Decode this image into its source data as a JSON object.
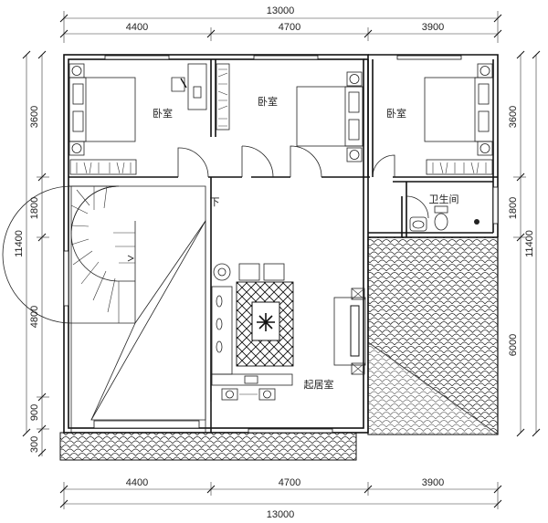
{
  "dimensions": {
    "total_width": "13000",
    "total_depth": "11400",
    "top": [
      "4400",
      "4700",
      "3900"
    ],
    "bottom": [
      "4400",
      "4700",
      "3900"
    ],
    "left": [
      "3600",
      "1800",
      "4800",
      "900",
      "300"
    ],
    "right": [
      "3600",
      "1800",
      "6000"
    ]
  },
  "rooms": {
    "bedroom_left": "卧室",
    "bedroom_center": "卧室",
    "bedroom_right": "卧室",
    "bathroom": "卫生间",
    "living_room": "起居室",
    "stair_down": "下"
  }
}
